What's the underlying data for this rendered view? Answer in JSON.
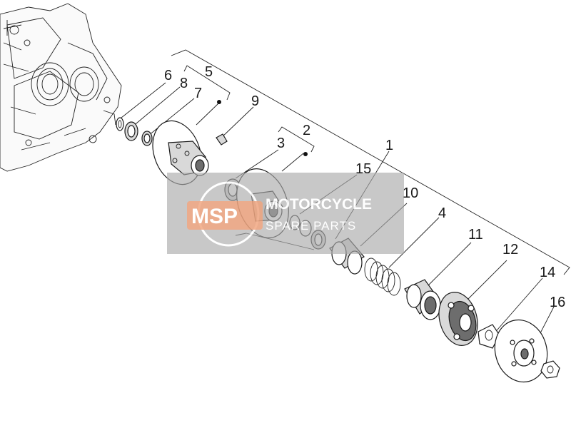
{
  "labels": {
    "p1": "1",
    "p2": "2",
    "p3": "3",
    "p4": "4",
    "p5": "5",
    "p6": "6",
    "p7": "7",
    "p8": "8",
    "p9": "9",
    "p10": "10",
    "p11": "11",
    "p12": "12",
    "p14": "14",
    "p15": "15",
    "p16": "16"
  },
  "watermark": {
    "logo": "MSP",
    "title": "MOTORCYCLE",
    "subtitle": "SPARE PARTS"
  },
  "colors": {
    "watermark_bg": "#a9a9a9",
    "watermark_logo": "#f0a078",
    "line": "#222222"
  }
}
